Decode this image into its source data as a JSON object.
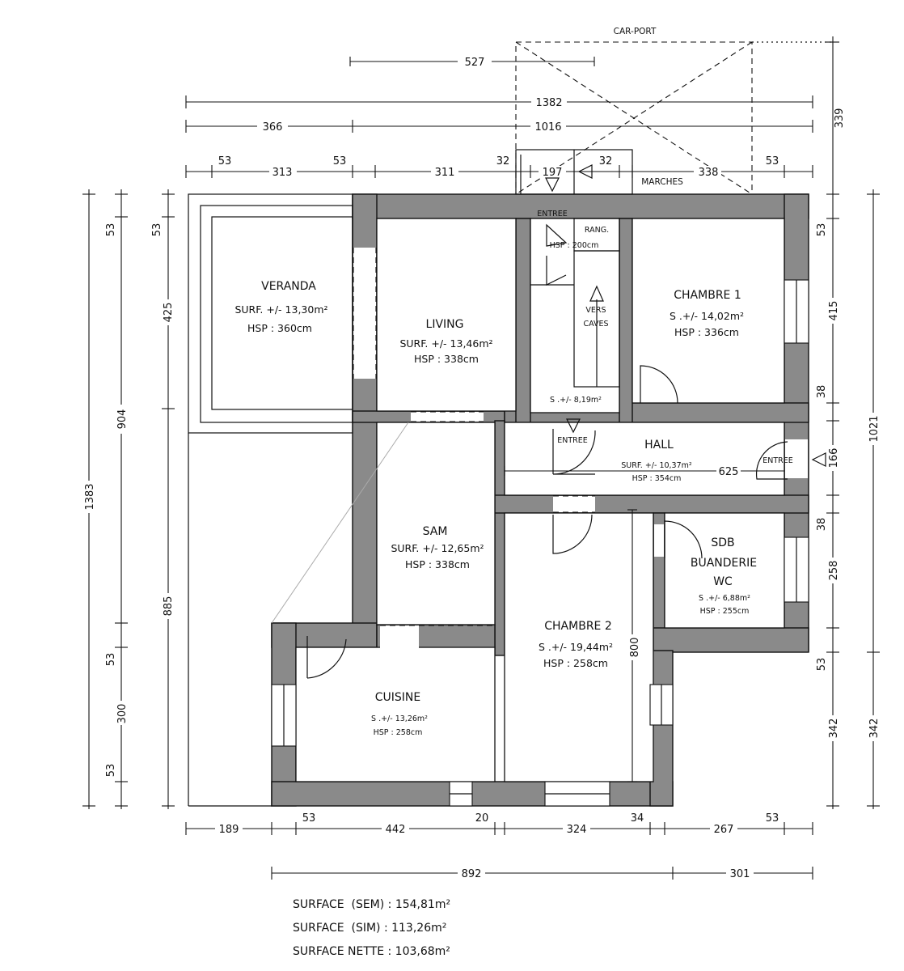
{
  "rooms": {
    "carport": "CAR-PORT",
    "marches": "MARCHES",
    "veranda": {
      "name": "VERANDA",
      "surf": "SURF. +/- 13,30m²",
      "hsp": "HSP : 360cm"
    },
    "living": {
      "name": "LIVING",
      "surf": "SURF. +/- 13,46m²",
      "hsp": "HSP : 338cm"
    },
    "entree_top": "ENTREE",
    "rang": "RANG.",
    "hsp200": "HSP : 200cm",
    "vers": "VERS",
    "caves": "CAVES",
    "stair_surf": "S .+/- 8,19m²",
    "entree_mid": "ENTREE",
    "chambre1": {
      "name": "CHAMBRE 1",
      "surf": "S .+/- 14,02m²",
      "hsp": "HSP : 336cm"
    },
    "hall": {
      "name": "HALL",
      "surf": "SURF. +/- 10,37m²",
      "hsp": "HSP : 354cm"
    },
    "entree_right": "ENTREE",
    "sam": {
      "name": "SAM",
      "surf": "SURF. +/- 12,65m²",
      "hsp": "HSP : 338cm"
    },
    "sdb": {
      "line1": "SDB",
      "line2": "BUANDERIE",
      "line3": "WC",
      "surf": "S .+/- 6,88m²",
      "hsp": "HSP : 255cm"
    },
    "chambre2": {
      "name": "CHAMBRE 2",
      "surf": "S .+/- 19,44m²",
      "hsp": "HSP : 258cm"
    },
    "cuisine": {
      "name": "CUISINE",
      "surf": "S .+/- 13,26m²",
      "hsp": "HSP : 258cm"
    }
  },
  "dims": {
    "d527": "527",
    "d1382": "1382",
    "d366": "366",
    "d1016": "1016",
    "row3": [
      "53",
      "313",
      "53",
      "311",
      "32",
      "197",
      "32",
      "338",
      "53"
    ],
    "d339": "339",
    "left_a": [
      "53",
      "904",
      "53",
      "300",
      "53"
    ],
    "left_b": [
      "53",
      "425",
      "885"
    ],
    "left_total": "1383",
    "right_a": [
      "53",
      "415",
      "38",
      "166",
      "38",
      "258",
      "53",
      "342"
    ],
    "right_b": [
      "1021",
      "342"
    ],
    "hall_625": "625",
    "d800": "800",
    "bottom1": [
      "189",
      "53",
      "442",
      "20",
      "324",
      "34",
      "267",
      "53"
    ],
    "bottom2": [
      "892",
      "301"
    ]
  },
  "totals": {
    "sem": "SURFACE  (SEM) : 154,81m²",
    "sim": "SURFACE  (SIM) : 113,26m²",
    "nette": "SURFACE NETTE : 103,68m²"
  }
}
